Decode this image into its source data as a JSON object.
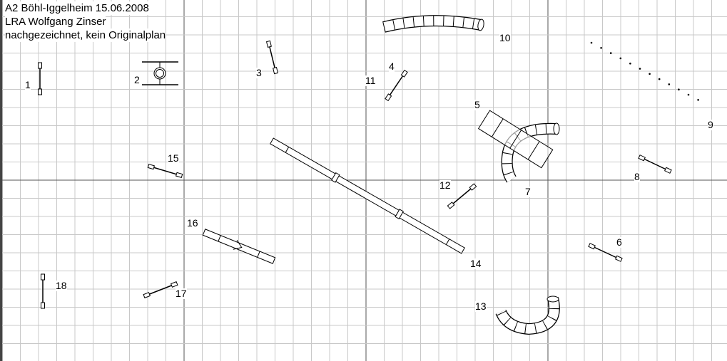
{
  "header": {
    "line1": "A2 Böhl-Iggelheim 15.06.2008",
    "line2": "LRA Wolfgang Zinser",
    "line3": "nachgezeichnet, kein Originalplan"
  },
  "obstacles": [
    {
      "n": "1",
      "type": "jump"
    },
    {
      "n": "2",
      "type": "tire"
    },
    {
      "n": "3",
      "type": "jump"
    },
    {
      "n": "4",
      "type": "jump"
    },
    {
      "n": "5",
      "type": "a-frame"
    },
    {
      "n": "6",
      "type": "jump"
    },
    {
      "n": "7",
      "type": "tunnel"
    },
    {
      "n": "8",
      "type": "jump"
    },
    {
      "n": "9",
      "type": "weave-poles"
    },
    {
      "n": "10",
      "type": "tunnel"
    },
    {
      "n": "11",
      "type": "jump"
    },
    {
      "n": "12",
      "type": "jump"
    },
    {
      "n": "13",
      "type": "tunnel"
    },
    {
      "n": "14",
      "type": "dog-walk"
    },
    {
      "n": "15",
      "type": "jump"
    },
    {
      "n": "16",
      "type": "seesaw"
    },
    {
      "n": "17",
      "type": "jump"
    },
    {
      "n": "18",
      "type": "jump"
    }
  ],
  "colors": {
    "grid": "#c8c8c8",
    "major": "#555555",
    "ink": "#000000"
  }
}
